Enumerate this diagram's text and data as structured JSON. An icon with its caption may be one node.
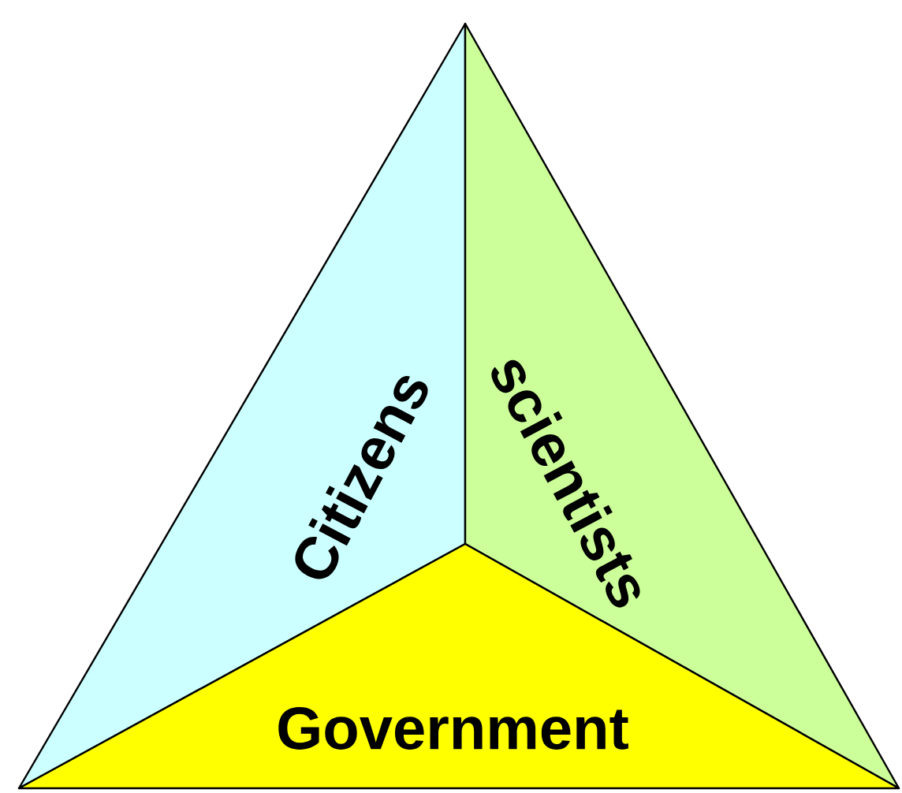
{
  "diagram": {
    "nodes": [
      {
        "text": [
          "Citizens"
        ]
      },
      {
        "text": [
          "scientists"
        ]
      },
      {
        "text": [
          "Government"
        ]
      }
    ]
  }
}
